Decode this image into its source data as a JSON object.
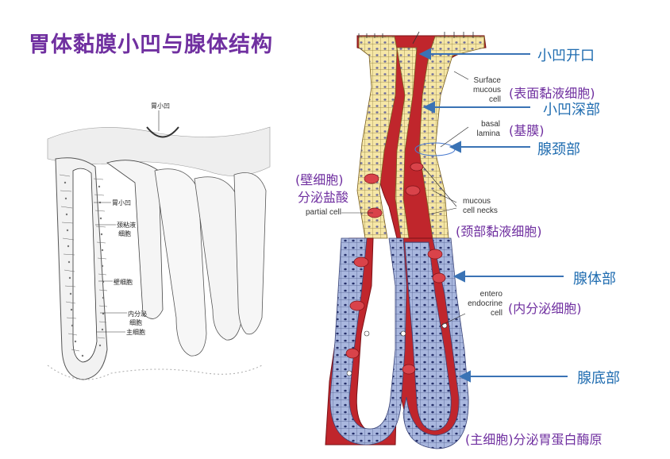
{
  "title": "胃体黏膜小凹与腺体结构",
  "left_figure": {
    "labels": [
      "胃小凹",
      "胃小凹",
      "颈粘液",
      "细胞",
      "壁细胞",
      "内分泌",
      "细胞",
      "主细胞"
    ]
  },
  "right_figure": {
    "english_labels": {
      "surface_mucous": [
        "Surface",
        "mucous",
        "cell"
      ],
      "basal_lamina": [
        "basal",
        "lamina"
      ],
      "partial_cell": "partial cell",
      "mucous_cell_necks": [
        "mucous",
        "cell necks"
      ],
      "entero_endocrine": [
        "entero",
        "endocrine",
        "cell"
      ]
    },
    "purple_labels": {
      "surface_mucous_cn": "(表面黏液细胞)",
      "basal_lamina_cn": "(基膜)",
      "parietal_cn_1": "(壁细胞)",
      "parietal_cn_2": "分泌盐酸",
      "neck_mucous_cn": "(颈部黏液细胞)",
      "endocrine_cn": "(内分泌细胞)",
      "chief_cn": "(主细胞)分泌胃蛋白酶原"
    },
    "blue_labels": {
      "pit_opening": "小凹开口",
      "pit_deep": "小凹深部",
      "gland_neck": "腺颈部",
      "gland_body": "腺体部",
      "gland_base": "腺底部"
    }
  },
  "colors": {
    "title": "#7030a0",
    "arrow_blue": "#3a73b5",
    "label_blue": "#1f6cb0",
    "label_purple": "#7030a0",
    "lamina_red": "#c0262c",
    "mucous_yellow": "#f6e7a6",
    "chief_blue": "#a9b7de"
  }
}
